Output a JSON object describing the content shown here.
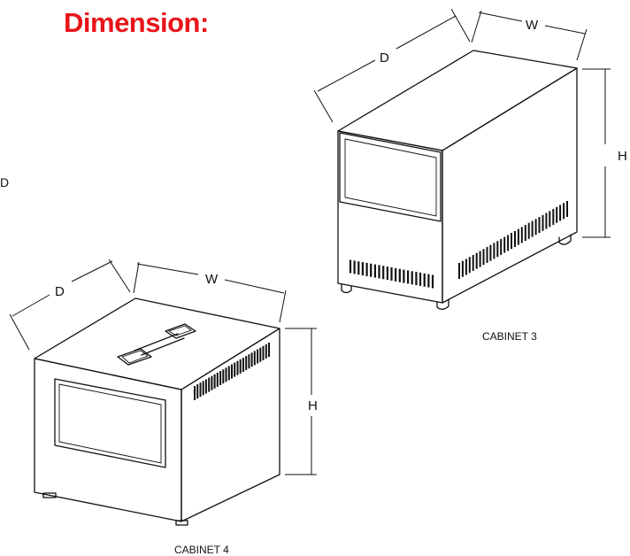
{
  "heading": "Dimension:",
  "heading_color": "#e8151b",
  "stray_label": "D",
  "cabinet3": {
    "caption": "CABINET 3",
    "dim_w": "W",
    "dim_d": "D",
    "dim_h": "H"
  },
  "cabinet4": {
    "caption": "CABINET 4",
    "dim_w": "W",
    "dim_d": "D",
    "dim_h": "H"
  }
}
